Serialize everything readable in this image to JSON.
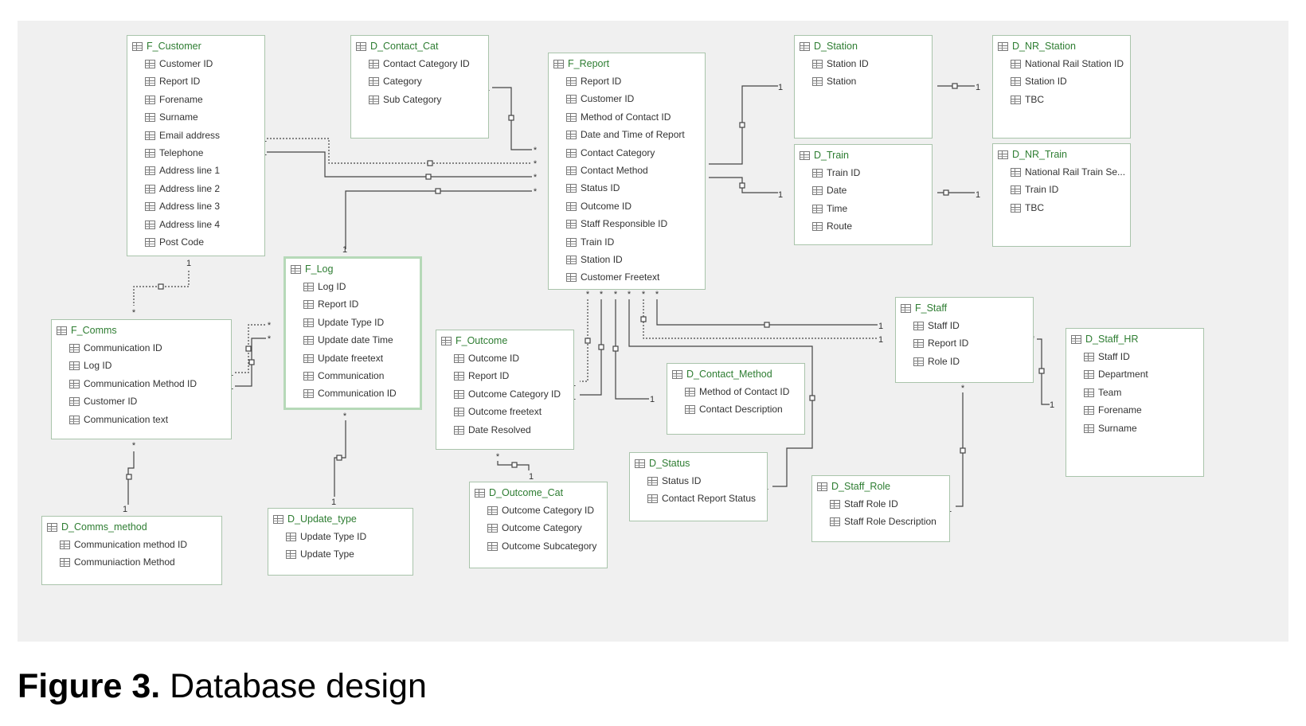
{
  "tables": {
    "F_Customer": {
      "title": "F_Customer",
      "fields": [
        "Customer ID",
        "Report ID",
        "Forename",
        "Surname",
        "Email address",
        "Telephone",
        "Address line 1",
        "Address line 2",
        "Address line 3",
        "Address line 4",
        "Post Code"
      ]
    },
    "D_Contact_Cat": {
      "title": "D_Contact_Cat",
      "fields": [
        "Contact Category ID",
        "Category",
        "Sub Category"
      ]
    },
    "F_Report": {
      "title": "F_Report",
      "fields": [
        "Report ID",
        "Customer ID",
        "Method of Contact ID",
        "Date and Time of Report",
        "Contact Category",
        "Contact Method",
        "Status ID",
        "Outcome ID",
        "Staff Responsible ID",
        "Train ID",
        "Station ID",
        "Customer Freetext"
      ]
    },
    "D_Station": {
      "title": "D_Station",
      "fields": [
        "Station ID",
        "Station"
      ]
    },
    "D_NR_Station": {
      "title": "D_NR_Station",
      "fields": [
        "National Rail Station ID",
        "Station ID",
        "TBC"
      ]
    },
    "D_Train": {
      "title": "D_Train",
      "fields": [
        "Train ID",
        "Date",
        "Time",
        "Route"
      ]
    },
    "D_NR_Train": {
      "title": "D_NR_Train",
      "fields": [
        "National Rail Train Se...",
        "Train ID",
        "TBC"
      ]
    },
    "F_Log": {
      "title": "F_Log",
      "fields": [
        "Log ID",
        "Report ID",
        "Update Type ID",
        "Update date Time",
        "Update freetext",
        "Communication",
        "Communication ID"
      ]
    },
    "F_Comms": {
      "title": "F_Comms",
      "fields": [
        "Communication ID",
        "Log ID",
        "Communication Method ID",
        "Customer ID",
        "Communication text"
      ]
    },
    "F_Outcome": {
      "title": "F_Outcome",
      "fields": [
        "Outcome ID",
        "Report ID",
        "Outcome Category ID",
        "Outcome freetext",
        "Date Resolved"
      ]
    },
    "D_Contact_Method": {
      "title": "D_Contact_Method",
      "fields": [
        "Method of Contact ID",
        "Contact Description"
      ]
    },
    "F_Staff": {
      "title": "F_Staff",
      "fields": [
        "Staff ID",
        "Report ID",
        "Role ID"
      ]
    },
    "D_Staff_HR": {
      "title": "D_Staff_HR",
      "fields": [
        "Staff ID",
        "Department",
        "Team",
        "Forename",
        "Surname"
      ]
    },
    "D_Comms_method": {
      "title": "D_Comms_method",
      "fields": [
        "Communication method ID",
        "Communiaction Method"
      ]
    },
    "D_Update_type": {
      "title": "D_Update_type",
      "fields": [
        "Update Type ID",
        "Update Type"
      ]
    },
    "D_Outcome_Cat": {
      "title": "D_Outcome_Cat",
      "fields": [
        "Outcome Category ID",
        "Outcome Category",
        "Outcome Subcategory"
      ]
    },
    "D_Status": {
      "title": "D_Status",
      "fields": [
        "Status ID",
        "Contact Report Status"
      ]
    },
    "D_Staff_Role": {
      "title": "D_Staff_Role",
      "fields": [
        "Staff Role ID",
        "Staff Role Description"
      ]
    }
  },
  "relationships": [
    {
      "one": "F_Customer",
      "many": "F_Report",
      "style": "dashed"
    },
    {
      "one": "F_Customer",
      "many": "F_Report",
      "style": "solid"
    },
    {
      "one": "D_Contact_Cat",
      "many": "F_Report",
      "style": "solid"
    },
    {
      "one": "F_Log",
      "many": "F_Report",
      "style": "solid"
    },
    {
      "one": "D_Station",
      "many": "F_Report",
      "style": "solid"
    },
    {
      "one": "D_Train",
      "many": "F_Report",
      "style": "solid"
    },
    {
      "one": "D_Station",
      "many": "D_NR_Station",
      "style": "solid"
    },
    {
      "one": "D_Train",
      "many": "D_NR_Train",
      "style": "solid"
    },
    {
      "one": "F_Customer",
      "many": "F_Comms",
      "style": "dashed"
    },
    {
      "one": "F_Comms",
      "many": "F_Log",
      "style": "dashed"
    },
    {
      "one": "F_Comms",
      "many": "F_Log",
      "style": "solid"
    },
    {
      "one": "D_Comms_method",
      "many": "F_Comms",
      "style": "solid"
    },
    {
      "one": "D_Update_type",
      "many": "F_Log",
      "style": "solid"
    },
    {
      "one": "F_Outcome",
      "many": "F_Report",
      "style": "dashed"
    },
    {
      "one": "F_Outcome",
      "many": "F_Report",
      "style": "solid"
    },
    {
      "one": "D_Contact_Method",
      "many": "F_Report",
      "style": "solid"
    },
    {
      "one": "D_Status",
      "many": "F_Report",
      "style": "solid"
    },
    {
      "one": "F_Staff",
      "many": "F_Report",
      "style": "solid"
    },
    {
      "one": "F_Staff",
      "many": "F_Report",
      "style": "dashed"
    },
    {
      "one": "D_Staff_HR",
      "many": "F_Staff",
      "style": "solid"
    },
    {
      "one": "D_Staff_Role",
      "many": "F_Staff",
      "style": "solid"
    },
    {
      "one": "D_Outcome_Cat",
      "many": "F_Outcome",
      "style": "solid"
    }
  ],
  "cardinality": {
    "one": "1",
    "many": "*"
  },
  "colors": {
    "background": "#f0f0f0",
    "table_border": "#a9c4ab",
    "title": "#2e7d32",
    "line": "#444444"
  },
  "icons": {
    "table": "table-icon"
  },
  "caption": {
    "label": "Figure 3.",
    "text": " Database design"
  }
}
